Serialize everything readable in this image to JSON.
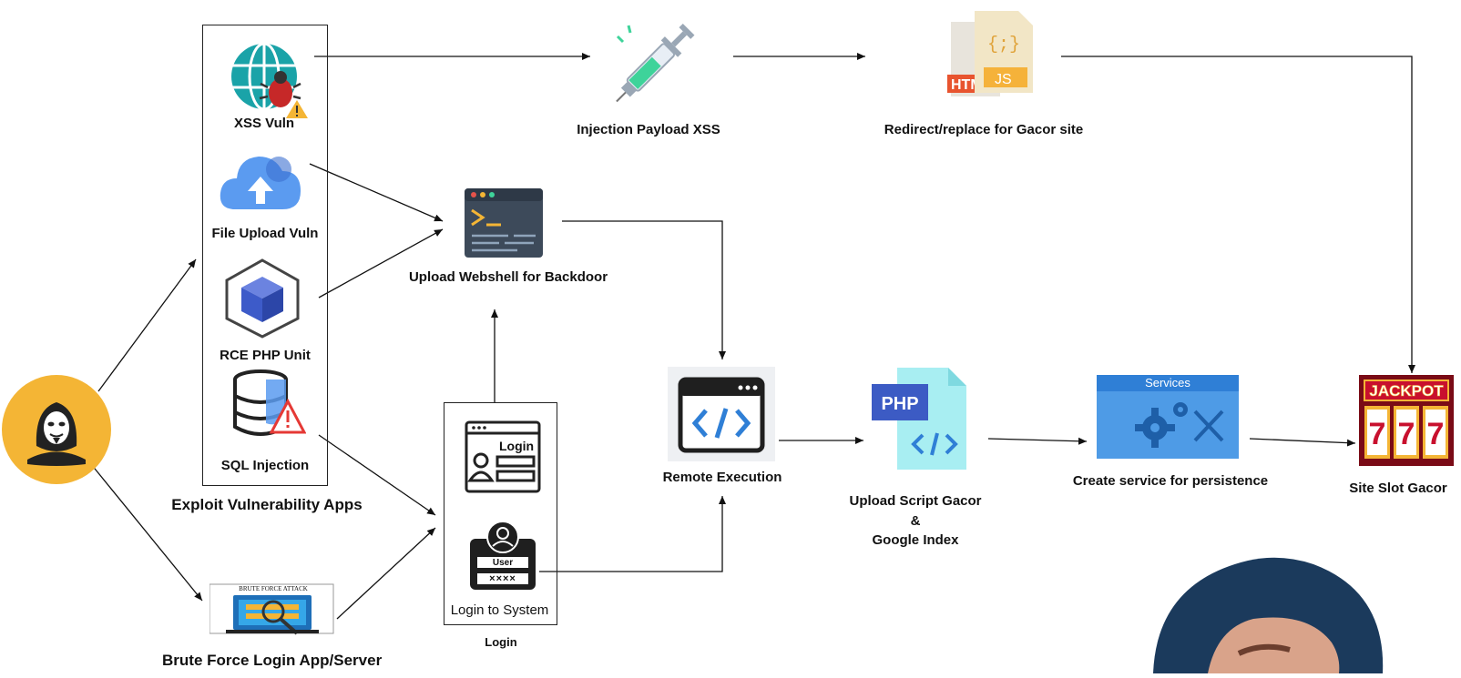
{
  "nodes": {
    "xss_vuln": "XSS Vuln",
    "file_upload_vuln": "File Upload Vuln",
    "rce_php_unit": "RCE PHP Unit",
    "sql_injection": "SQL Injection",
    "exploit_group": "Exploit Vulnerability Apps",
    "brute_force": "Brute Force Login App/Server",
    "brute_force_banner": "BRUTE FORCE ATTACK",
    "injection_payload": "Injection Payload XSS",
    "redirect_replace": "Redirect/replace for Gacor site",
    "upload_webshell": "Upload Webshell for Backdoor",
    "login_to_system": "Login to System",
    "login_group": "Login",
    "login_form_title": "Login",
    "user_badge": "User",
    "password_mask": "××××",
    "remote_execution": "Remote Execution",
    "upload_script_line1": "Upload Script Gacor",
    "upload_script_line2": "&",
    "upload_script_line3": "Google Index",
    "php_tag": "PHP",
    "services_header": "Services",
    "create_service": "Create service for persistence",
    "site_slot": "Site Slot Gacor",
    "jackpot_text": "JACKPOT",
    "slot_digits": [
      "7",
      "7",
      "7"
    ],
    "html_tag": "HTML",
    "js_tag": "JS",
    "braces": "{;}"
  },
  "colors": {
    "hacker_circle": "#F4B535",
    "cloud_blue": "#5B9BF0",
    "cube_blue": "#3D5BC9",
    "syringe_green": "#3ED39A",
    "services_blue": "#2F7FD6",
    "php_blue": "#3C5BC4",
    "php_doc": "#A8EEF2",
    "jackpot_red": "#C8102E",
    "hood_navy": "#1B3A5C"
  }
}
